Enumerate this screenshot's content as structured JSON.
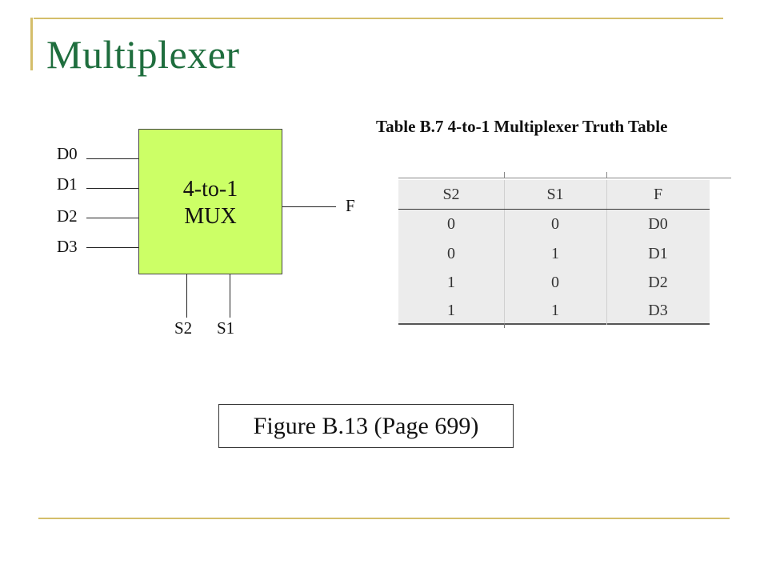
{
  "slide": {
    "title": "Multiplexer"
  },
  "mux": {
    "label": "4-to-1\nMUX",
    "inputs": [
      "D0",
      "D1",
      "D2",
      "D3"
    ],
    "selects": [
      "S2",
      "S1"
    ],
    "output": "F",
    "box_color": "#ccff66"
  },
  "truth_table": {
    "title": "Table B.7  4-to-1 Multiplexer Truth Table",
    "headers": [
      "S2",
      "S1",
      "F"
    ],
    "rows": [
      [
        "0",
        "0",
        "D0"
      ],
      [
        "0",
        "1",
        "D1"
      ],
      [
        "1",
        "0",
        "D2"
      ],
      [
        "1",
        "1",
        "D3"
      ]
    ]
  },
  "caption": {
    "text": "Figure B.13 (Page 699)"
  },
  "colors": {
    "title": "#1f6e3e",
    "frame_accent": "#d4be6a",
    "table_bg": "#ececec"
  }
}
